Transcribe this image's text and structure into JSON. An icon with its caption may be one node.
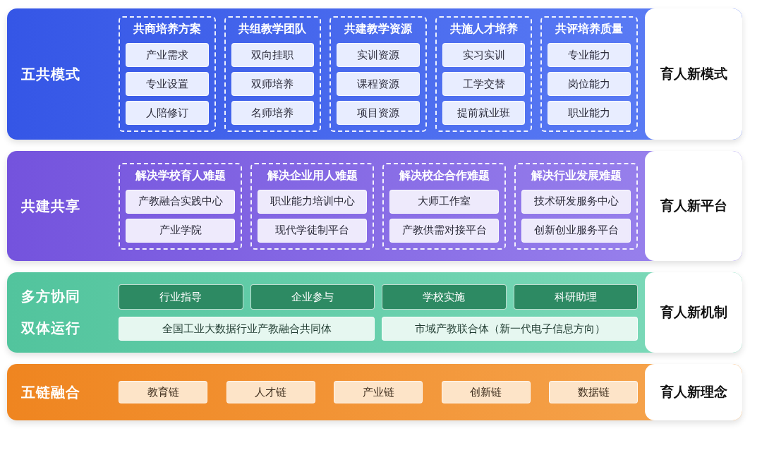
{
  "diagram": {
    "nodes": [
      {
        "text": [
          "五共模式"
        ]
      },
      {
        "text": [
          "共商培养方案"
        ],
        "in": 0
      },
      {
        "text": [
          "产业需求"
        ],
        "in": 1
      },
      {
        "text": [
          "专业设置"
        ],
        "in": 1
      },
      {
        "text": [
          "人陪修订"
        ],
        "in": 1
      },
      {
        "text": [
          "共组教学团队"
        ],
        "in": 0
      },
      {
        "text": [
          "双向挂职"
        ],
        "in": 5
      },
      {
        "text": [
          "双师培养"
        ],
        "in": 5
      },
      {
        "text": [
          "名师培养"
        ],
        "in": 5
      },
      {
        "text": [
          "共建教学资源"
        ],
        "in": 0
      },
      {
        "text": [
          "实训资源"
        ],
        "in": 9
      },
      {
        "text": [
          "课程资源"
        ],
        "in": 9
      },
      {
        "text": [
          "项目资源"
        ],
        "in": 9
      },
      {
        "text": [
          "共施人才培养"
        ],
        "in": 0
      },
      {
        "text": [
          "实习实训"
        ],
        "in": 13
      },
      {
        "text": [
          "工学交替"
        ],
        "in": 13
      },
      {
        "text": [
          "提前就业班"
        ],
        "in": 13
      },
      {
        "text": [
          "共评培养质量"
        ],
        "in": 0
      },
      {
        "text": [
          "专业能力"
        ],
        "in": 17
      },
      {
        "text": [
          "岗位能力"
        ],
        "in": 17
      },
      {
        "text": [
          "职业能力"
        ],
        "in": 17
      },
      {
        "text": [
          "育人新模式"
        ],
        "in": 0
      },
      {
        "text": [
          "共建共享"
        ]
      },
      {
        "text": [
          "解决学校育人难题"
        ],
        "in": 22
      },
      {
        "text": [
          "产教融合实践中心"
        ],
        "in": 23
      },
      {
        "text": [
          "产业学院"
        ],
        "in": 23
      },
      {
        "text": [
          "解决企业用人难题"
        ],
        "in": 22
      },
      {
        "text": [
          "职业能力培训中心"
        ],
        "in": 26
      },
      {
        "text": [
          "现代学徒制平台"
        ],
        "in": 26
      },
      {
        "text": [
          "解决校企合作难题"
        ],
        "in": 22
      },
      {
        "text": [
          "大师工作室"
        ],
        "in": 29
      },
      {
        "text": [
          "产教供需对接平台"
        ],
        "in": 29
      },
      {
        "text": [
          "解决行业发展难题"
        ],
        "in": 22
      },
      {
        "text": [
          "技术研发服务中心"
        ],
        "in": 32
      },
      {
        "text": [
          "创新创业服务平台"
        ],
        "in": 32
      },
      {
        "text": [
          "育人新平台"
        ],
        "in": 22
      },
      {
        "text": [
          "多方协同",
          "双体运行"
        ]
      },
      {
        "text": [
          "行业指导"
        ],
        "in": 36
      },
      {
        "text": [
          "企业参与"
        ],
        "in": 36
      },
      {
        "text": [
          "学校实施"
        ],
        "in": 36
      },
      {
        "text": [
          "科研助理"
        ],
        "in": 36
      },
      {
        "text": [
          "全国工业大数据行业产教融合共同体"
        ],
        "in": 36
      },
      {
        "text": [
          "市域产教联合体（新一代电子信息方向）"
        ],
        "in": 36
      },
      {
        "text": [
          "育人新机制"
        ],
        "in": 36
      },
      {
        "text": [
          "五链融合"
        ]
      },
      {
        "text": [
          "教育链"
        ],
        "in": 44
      },
      {
        "text": [
          "人才链"
        ],
        "in": 44
      },
      {
        "text": [
          "产业链"
        ],
        "in": 44
      },
      {
        "text": [
          "创新链"
        ],
        "in": 44
      },
      {
        "text": [
          "数据链"
        ],
        "in": 44
      },
      {
        "text": [
          "育人新理念"
        ],
        "in": 44
      }
    ]
  }
}
